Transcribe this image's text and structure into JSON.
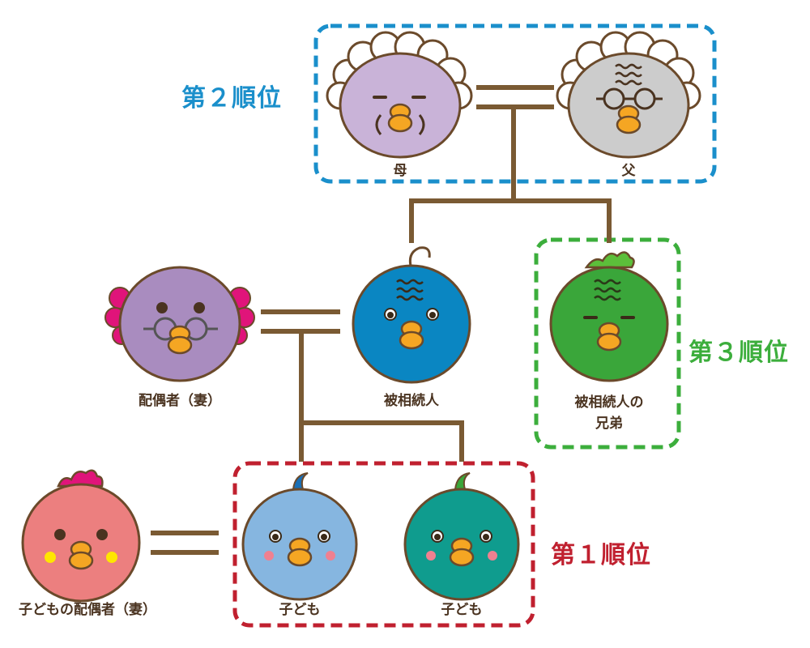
{
  "ranks": {
    "first": {
      "text": "第１順位",
      "color": "#c0202f"
    },
    "second": {
      "text": "第２順位",
      "color": "#1a8fcb"
    },
    "third": {
      "text": "第３順位",
      "color": "#3cae3c"
    }
  },
  "people": {
    "mother": "母",
    "father": "父",
    "spouse": "配偶者（妻）",
    "decedent": "被相続人",
    "sibling_line1": "被相続人の",
    "sibling_line2": "兄弟",
    "child_spouse": "子どもの配偶者（妻）",
    "child1": "子ども",
    "child2": "子ども"
  },
  "colors": {
    "mother": "#c9b3d8",
    "father": "#cccccc",
    "spouse": "#a98cbf",
    "decedent": "#0a86c2",
    "sibling": "#3aa63a",
    "child_spouse": "#ec7f7f",
    "child1": "#86b6e0",
    "child2": "#0f9c8e",
    "line": "#7a5a33",
    "outline": "#6b4a2b"
  }
}
